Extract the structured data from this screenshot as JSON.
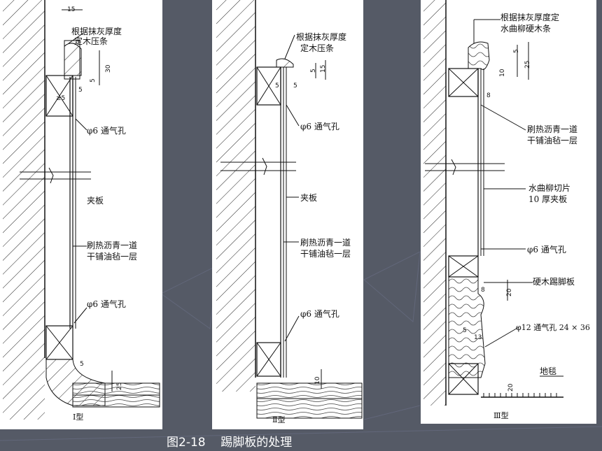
{
  "caption": "图2-18    踢脚板的处理",
  "panel1": {
    "type_label": "Ⅰ型",
    "labels": {
      "plaster_strip_1": "根据抹灰厚度",
      "plaster_strip_2": "定木压条",
      "vent_top": "φ6 通气孔",
      "plywood": "夹板",
      "asphalt_1": "刷热沥青一道",
      "asphalt_2": "干铺油毡一层",
      "vent_bottom": "φ6 通气孔"
    },
    "dims": {
      "d15": "15",
      "d30": "30",
      "d5a": "5",
      "d5b": "5",
      "dge5": "≥5",
      "d5c": "5",
      "d25": "25"
    }
  },
  "panel2": {
    "type_label": "Ⅱ型",
    "labels": {
      "plaster_strip_1": "根据抹灰厚度",
      "plaster_strip_2": "定木压条",
      "vent_top": "φ6 通气孔",
      "plywood": "夹板",
      "asphalt_1": "刷热沥青一道",
      "asphalt_2": "干铺油毡一层",
      "vent_bottom": "φ6 通气孔"
    },
    "dims": {
      "d5": "5",
      "d15": "15",
      "d5l": "5",
      "d5r": "5",
      "d10": "10"
    }
  },
  "panel3": {
    "type_label": "Ⅲ型",
    "labels": {
      "hardwood_1": "根据抹灰厚度定",
      "hardwood_2": "水曲柳硬木条",
      "asphalt_1": "刷热沥青一道",
      "asphalt_2": "干铺油毡一层",
      "veneer_1": "水曲柳切片",
      "veneer_2": "10 厚夹板",
      "vent_top": "φ6 通气孔",
      "skirting": "硬木踢脚板",
      "vent_bottom": "φ12 通气孔 24 × 36",
      "carpet": "地毯"
    },
    "dims": {
      "d5": "5",
      "d10": "10",
      "d25": "25",
      "d8a": "8",
      "d8b": "8",
      "d20a": "20",
      "d5b": "5",
      "d13": "13",
      "d20b": "20"
    }
  }
}
